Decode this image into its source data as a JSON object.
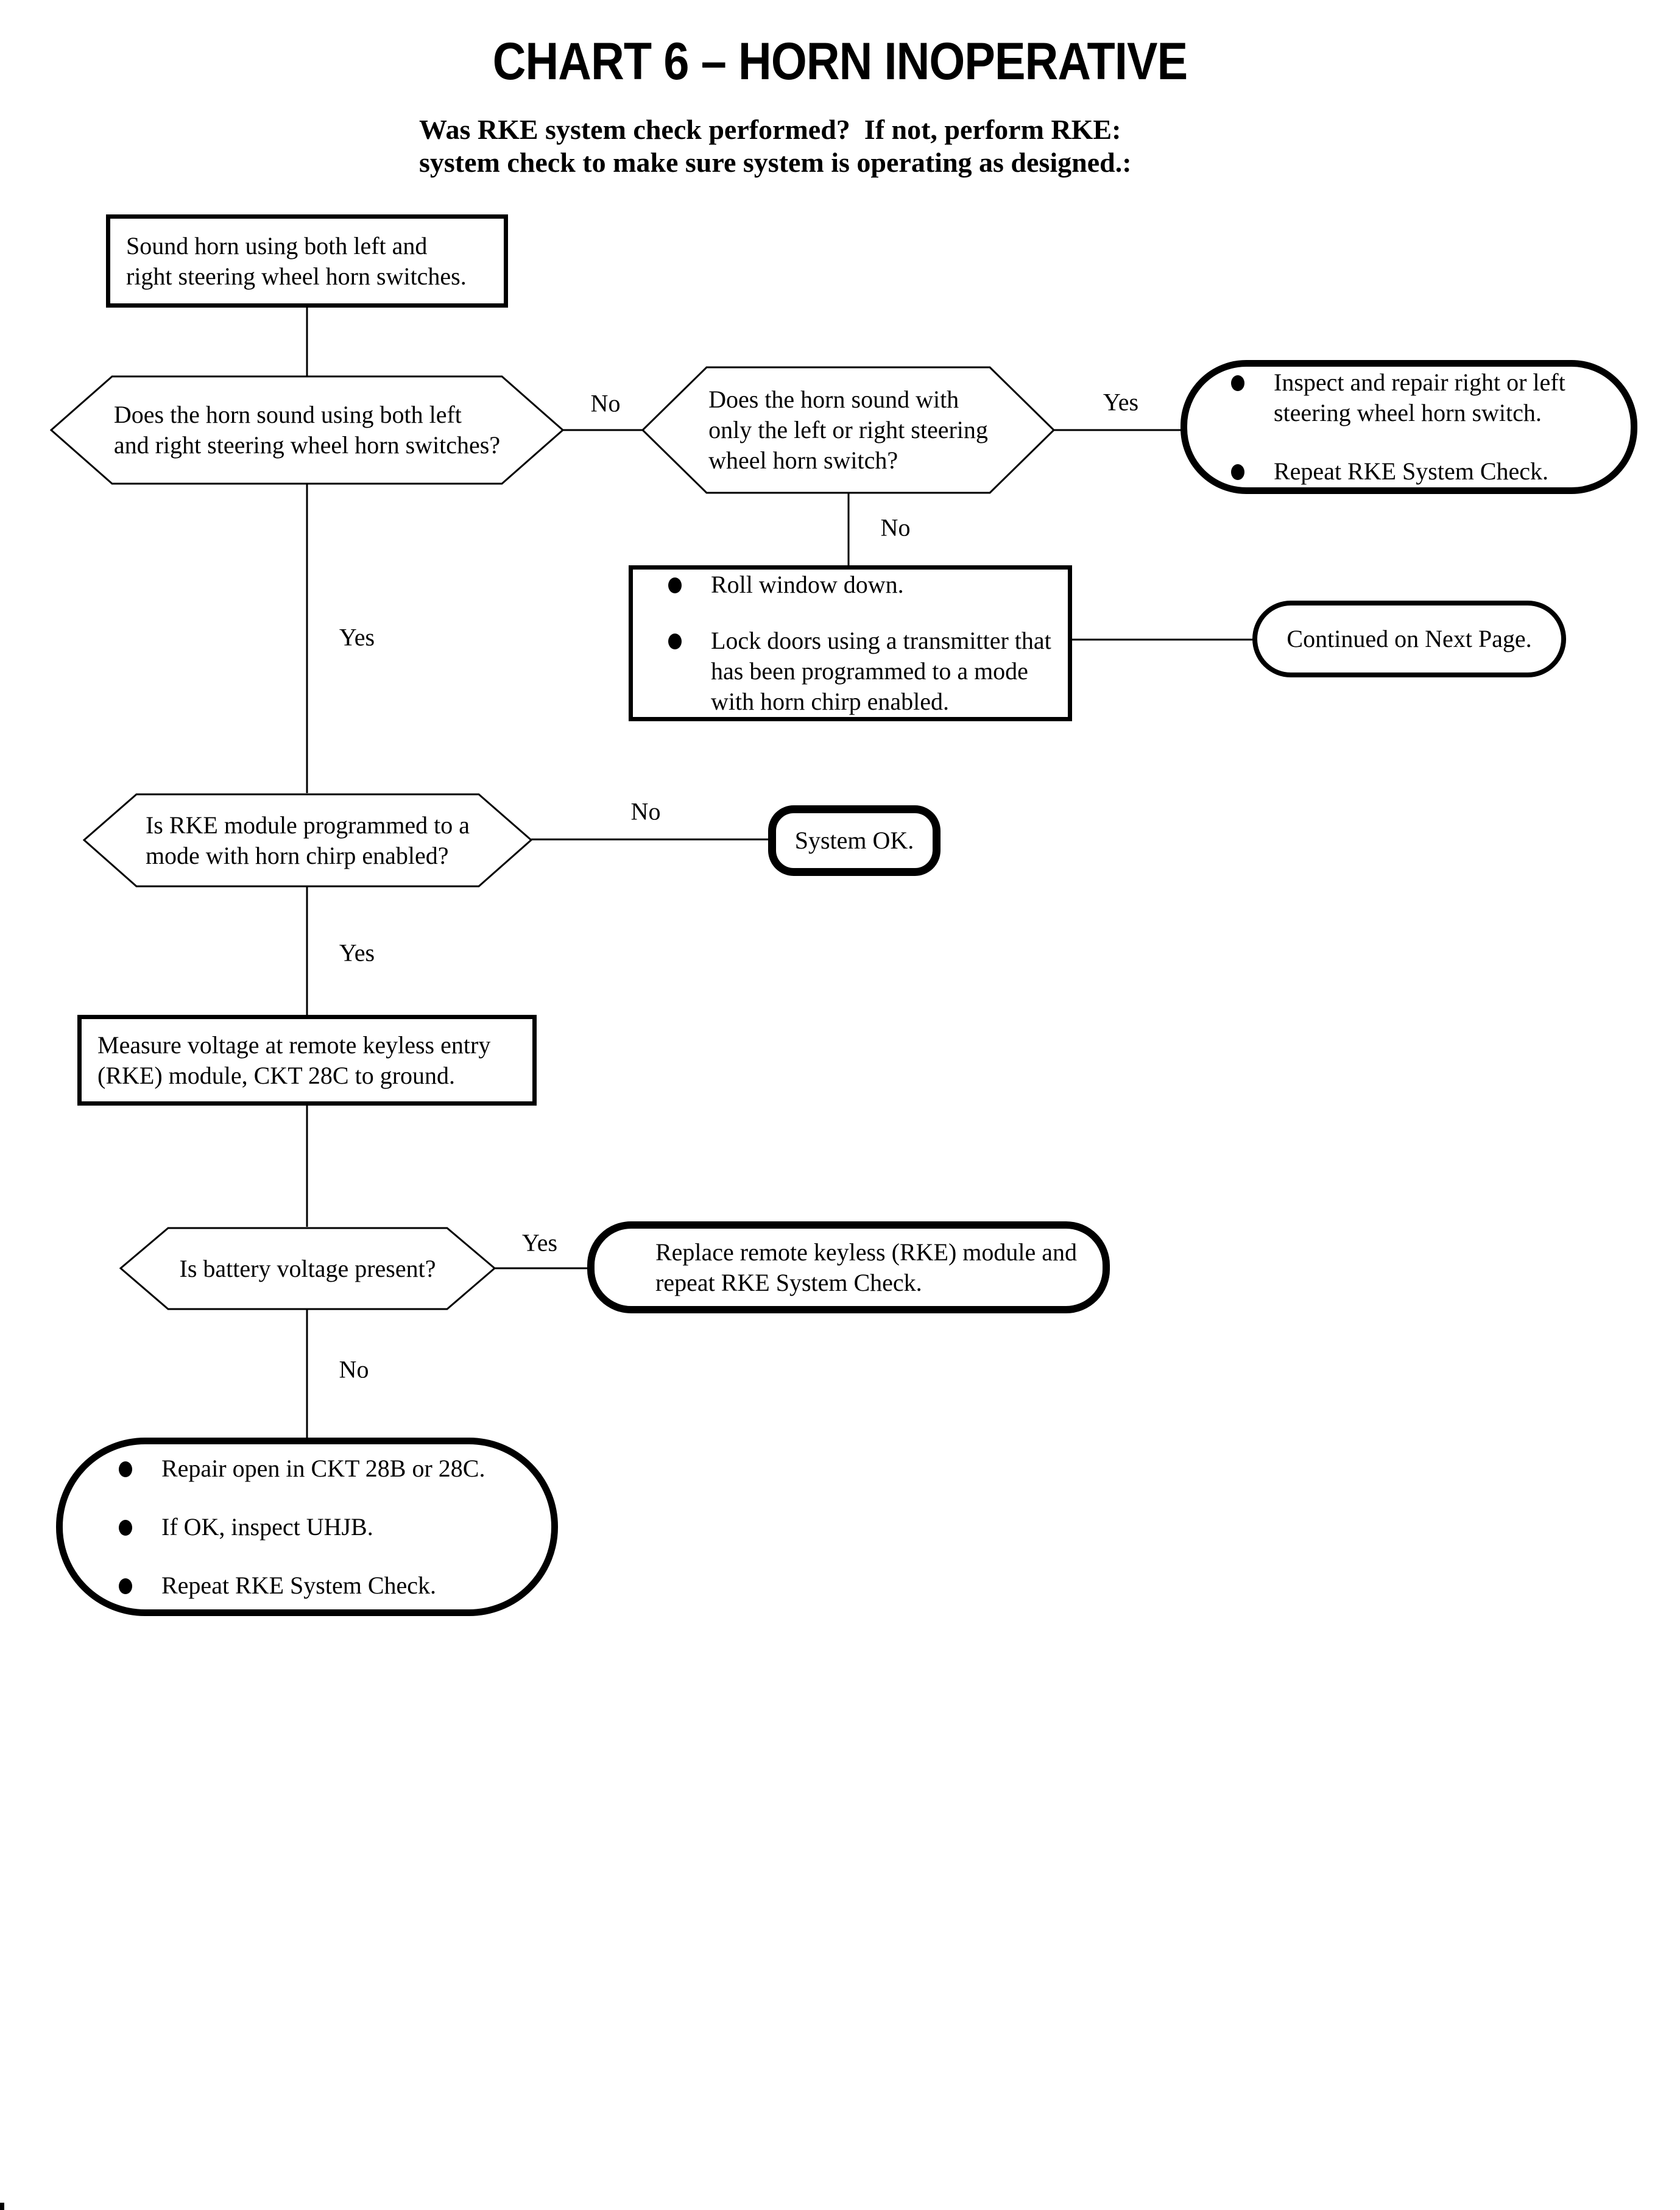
{
  "page": {
    "title": "CHART 6 – HORN INOPERATIVE",
    "subtitle_lines": [
      "Was RKE system check performed?  If not, perform RKE:",
      "system check to make sure system is operating as designed.:"
    ]
  },
  "colors": {
    "ink": "#000000",
    "paper": "#ffffff"
  },
  "nodes": {
    "sound_horn": {
      "type": "process",
      "lines": [
        "Sound horn using both left and",
        "right steering wheel horn switches."
      ]
    },
    "horn_both_switches": {
      "type": "decision",
      "lines": [
        "Does the horn sound using both left",
        "and right steering wheel horn switches?"
      ]
    },
    "horn_single_switch": {
      "type": "decision",
      "lines": [
        "Does the horn sound with",
        "only the left or right steering",
        "wheel horn switch?"
      ]
    },
    "inspect_repair_switch": {
      "type": "terminal",
      "bullets": [
        {
          "lines": [
            "Inspect and repair right or left",
            "steering wheel horn switch."
          ]
        },
        {
          "lines": [
            "Repeat RKE System Check."
          ]
        }
      ]
    },
    "roll_window_lock_doors": {
      "type": "process",
      "bullets": [
        {
          "lines": [
            "Roll window down."
          ]
        },
        {
          "lines": [
            "Lock doors using a transmitter that",
            "has been programmed to a mode",
            "with horn chirp enabled."
          ]
        }
      ]
    },
    "continued_next_page": {
      "type": "terminal",
      "text": "Continued on Next Page."
    },
    "rke_mode_chirp": {
      "type": "decision",
      "lines": [
        "Is RKE module programmed to a",
        "mode with horn chirp enabled?"
      ]
    },
    "system_ok": {
      "type": "terminal",
      "text": "System OK."
    },
    "measure_voltage": {
      "type": "process",
      "lines": [
        "Measure voltage at remote keyless entry",
        "(RKE) module, CKT 28C to ground."
      ]
    },
    "battery_voltage": {
      "type": "decision",
      "text": "Is battery voltage present?"
    },
    "replace_rke_module": {
      "type": "terminal",
      "lines": [
        "Replace remote keyless (RKE) module and",
        "repeat RKE System Check."
      ]
    },
    "repair_open_ckt": {
      "type": "terminal",
      "bullets": [
        {
          "lines": [
            "Repair open in CKT 28B or 28C."
          ]
        },
        {
          "lines": [
            "If OK, inspect UHJB."
          ]
        },
        {
          "lines": [
            "Repeat RKE System Check."
          ]
        }
      ]
    }
  },
  "edge_labels": {
    "horn_both_no": "No",
    "horn_both_yes": "Yes",
    "horn_single_yes": "Yes",
    "horn_single_no": "No",
    "rke_mode_no": "No",
    "rke_mode_yes": "Yes",
    "battery_yes": "Yes",
    "battery_no": "No"
  },
  "edges": [
    {
      "from": "sound_horn",
      "to": "horn_both_switches",
      "label": ""
    },
    {
      "from": "horn_both_switches",
      "to": "horn_single_switch",
      "label": "No"
    },
    {
      "from": "horn_both_switches",
      "to": "rke_mode_chirp",
      "label": "Yes"
    },
    {
      "from": "horn_single_switch",
      "to": "inspect_repair_switch",
      "label": "Yes"
    },
    {
      "from": "horn_single_switch",
      "to": "roll_window_lock_doors",
      "label": "No"
    },
    {
      "from": "roll_window_lock_doors",
      "to": "continued_next_page",
      "label": ""
    },
    {
      "from": "rke_mode_chirp",
      "to": "system_ok",
      "label": "No"
    },
    {
      "from": "rke_mode_chirp",
      "to": "measure_voltage",
      "label": "Yes"
    },
    {
      "from": "measure_voltage",
      "to": "battery_voltage",
      "label": ""
    },
    {
      "from": "battery_voltage",
      "to": "replace_rke_module",
      "label": "Yes"
    },
    {
      "from": "battery_voltage",
      "to": "repair_open_ckt",
      "label": "No"
    }
  ]
}
